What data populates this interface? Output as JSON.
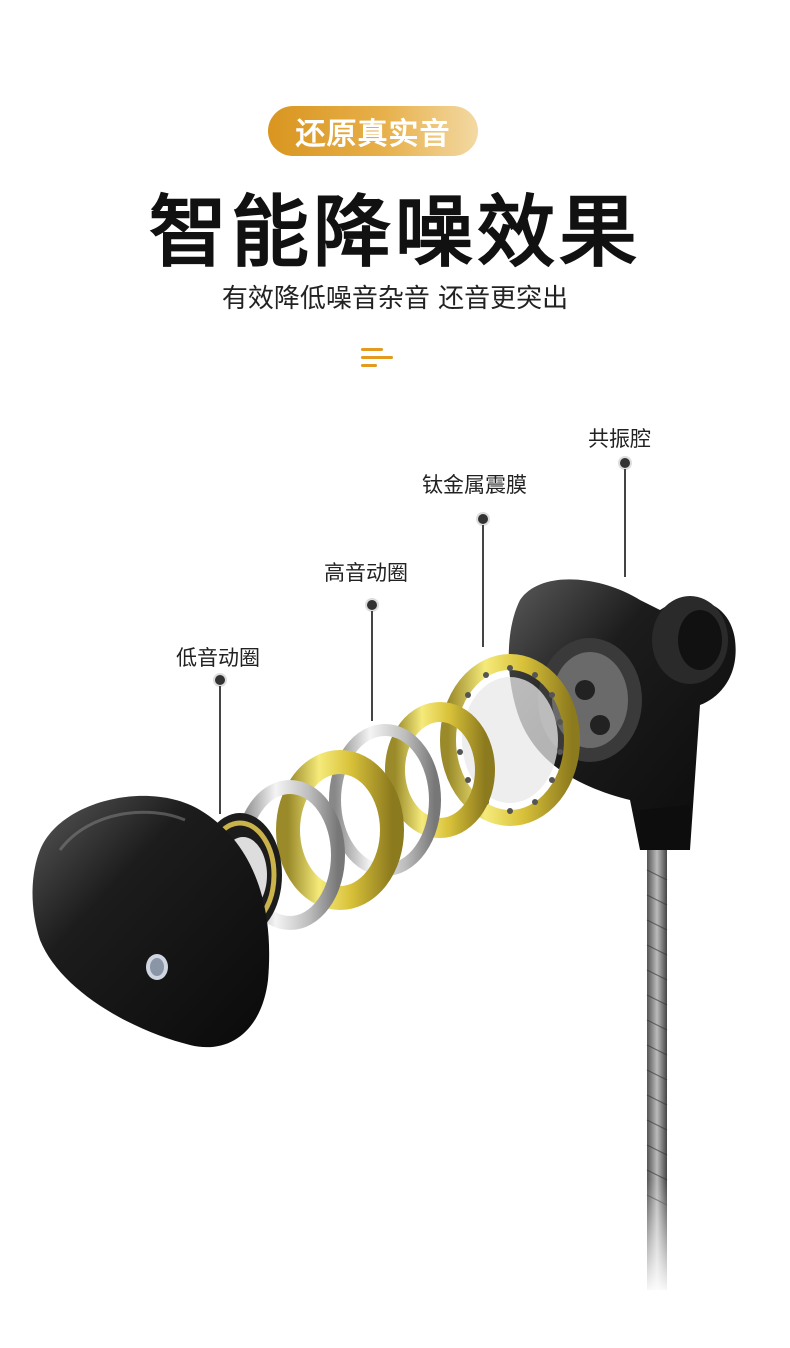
{
  "header": {
    "badge": "还原真实音",
    "title": "智能降噪效果",
    "subtitle": "有效降低噪音杂音 还音更突出"
  },
  "callouts": [
    {
      "id": "bass-coil",
      "label": "低音动圈"
    },
    {
      "id": "treble-coil",
      "label": "高音动圈"
    },
    {
      "id": "titanium-diaphragm",
      "label": "钛金属震膜"
    },
    {
      "id": "resonance-cavity",
      "label": "共振腔"
    }
  ],
  "colors": {
    "accent": "#e39a1f",
    "badge_gradient_start": "#d9951f",
    "badge_gradient_end": "#f3d9a3",
    "gold_ring": "#d9c23a",
    "silver_ring": "#c8c8c8",
    "shell": "#1a1a1a"
  }
}
